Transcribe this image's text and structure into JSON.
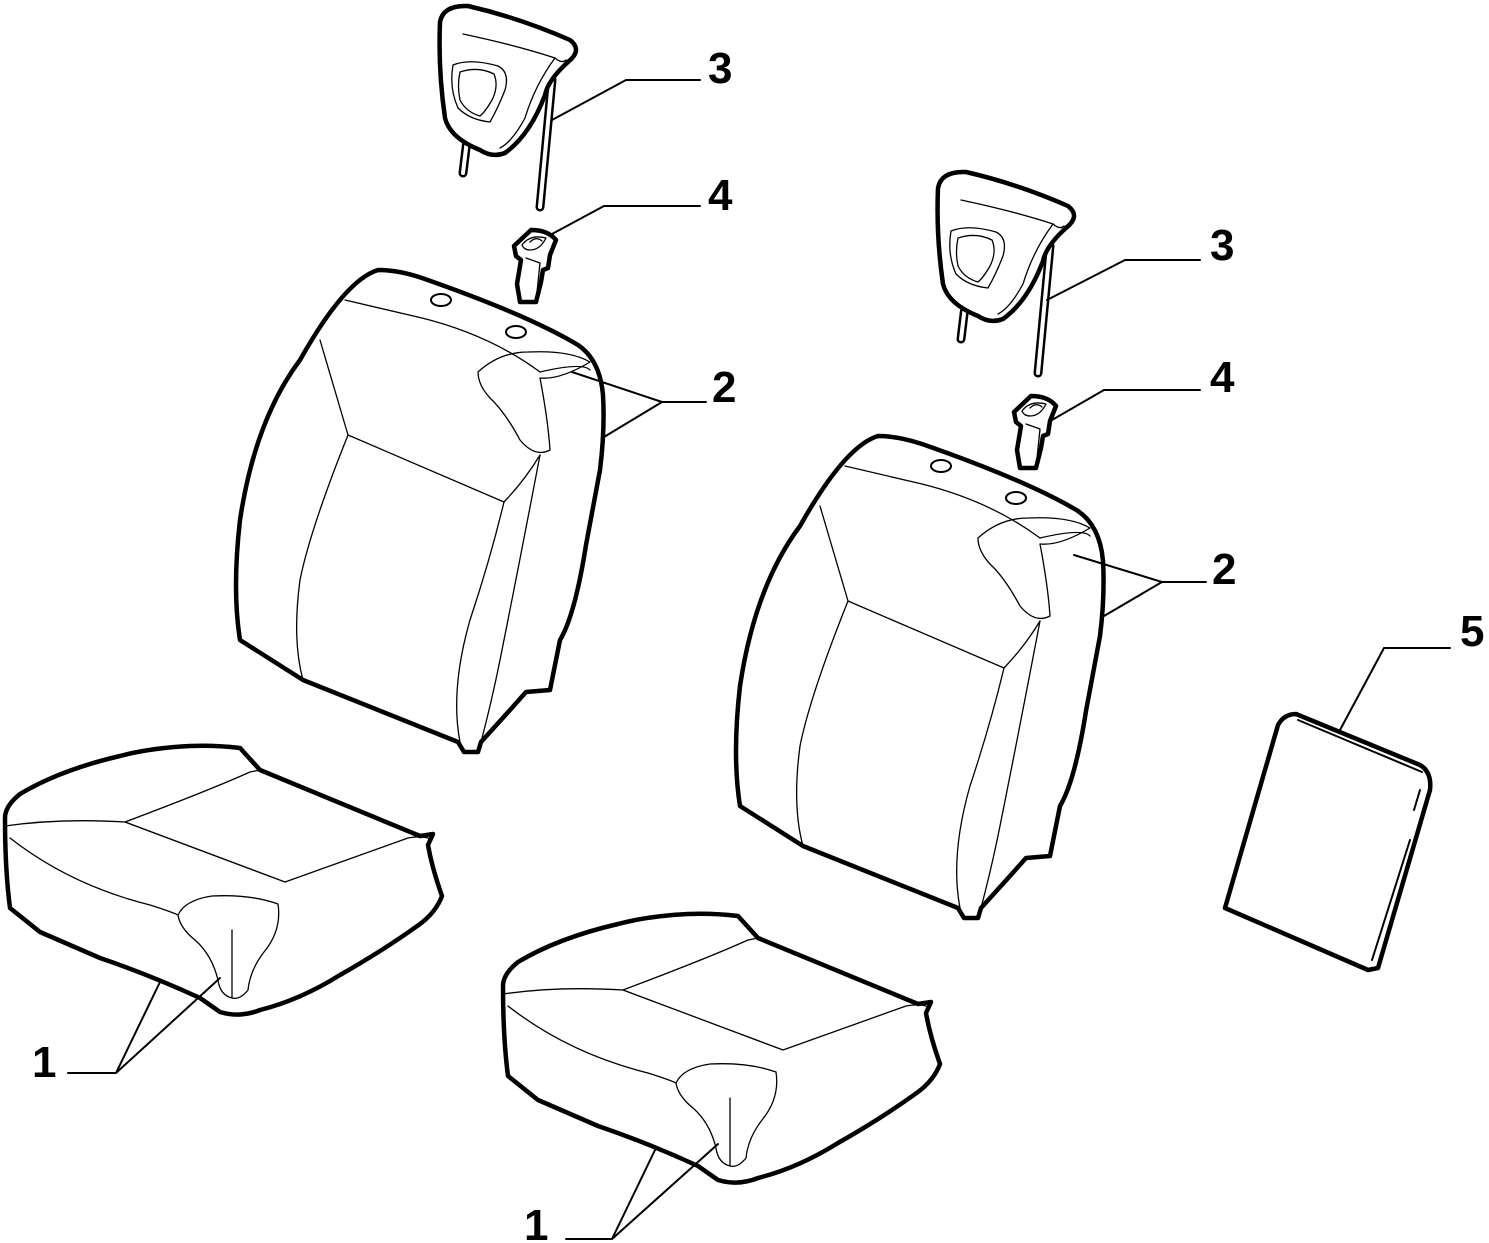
{
  "callouts": [
    {
      "id": "seat-cushion-left",
      "label": "1"
    },
    {
      "id": "seat-cushion-right",
      "label": "1"
    },
    {
      "id": "seat-back-left",
      "label": "2"
    },
    {
      "id": "seat-back-right",
      "label": "2"
    },
    {
      "id": "headrest-left",
      "label": "3"
    },
    {
      "id": "headrest-right",
      "label": "3"
    },
    {
      "id": "headrest-guide-left",
      "label": "4"
    },
    {
      "id": "headrest-guide-right",
      "label": "4"
    },
    {
      "id": "backrest-panel",
      "label": "5"
    }
  ],
  "colors": {
    "line": "#000000",
    "background": "#ffffff"
  }
}
